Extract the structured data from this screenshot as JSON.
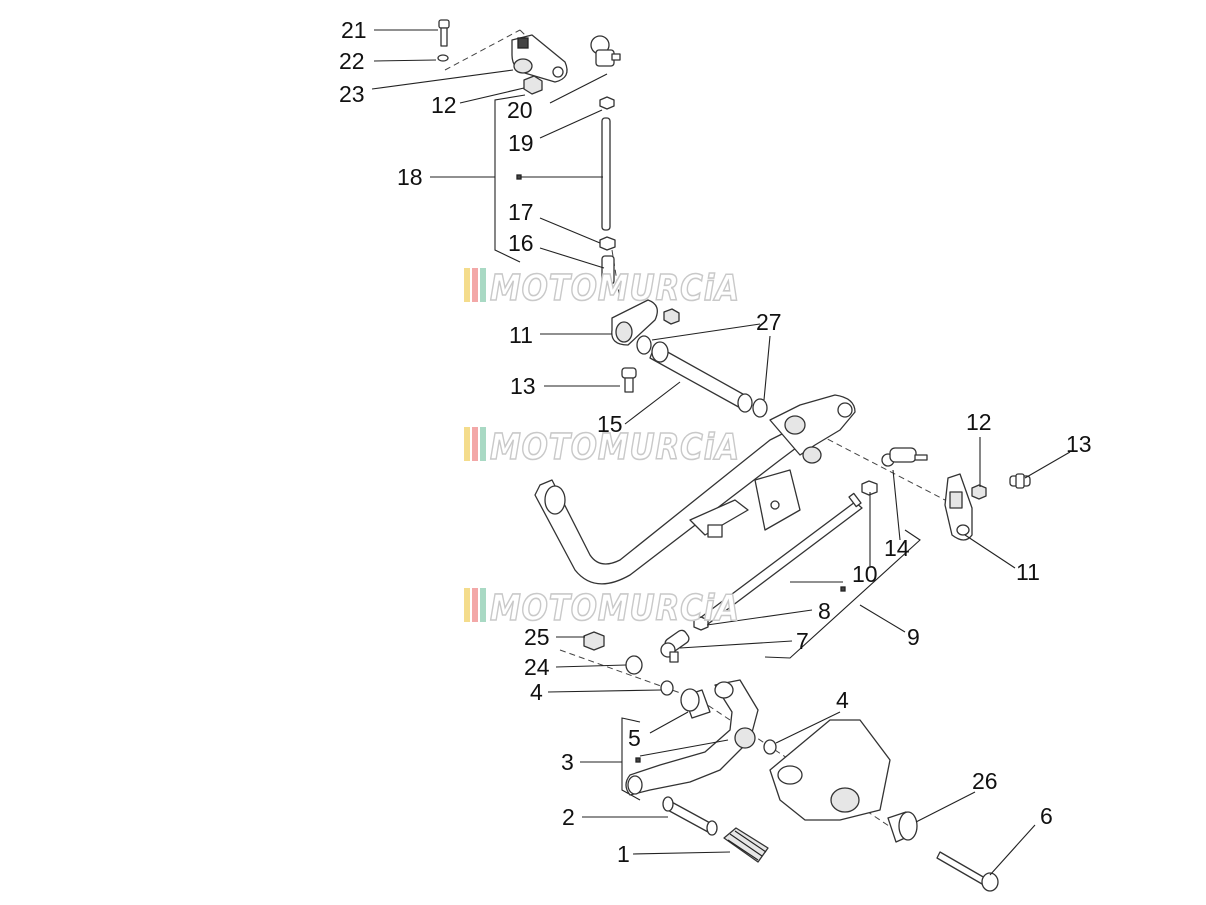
{
  "watermark": {
    "text": "MOTOMURCiA",
    "stripe_colors": [
      "#f4dc8c",
      "#f3a8a8",
      "#a9d9c4"
    ]
  },
  "callouts": [
    "21",
    "22",
    "23",
    "12",
    "20",
    "19",
    "18",
    "17",
    "16",
    "11",
    "27",
    "13",
    "15",
    "12",
    "13",
    "10",
    "14",
    "11",
    "8",
    "9",
    "25",
    "7",
    "24",
    "4",
    "4",
    "5",
    "3",
    "26",
    "2",
    "6",
    "1"
  ]
}
